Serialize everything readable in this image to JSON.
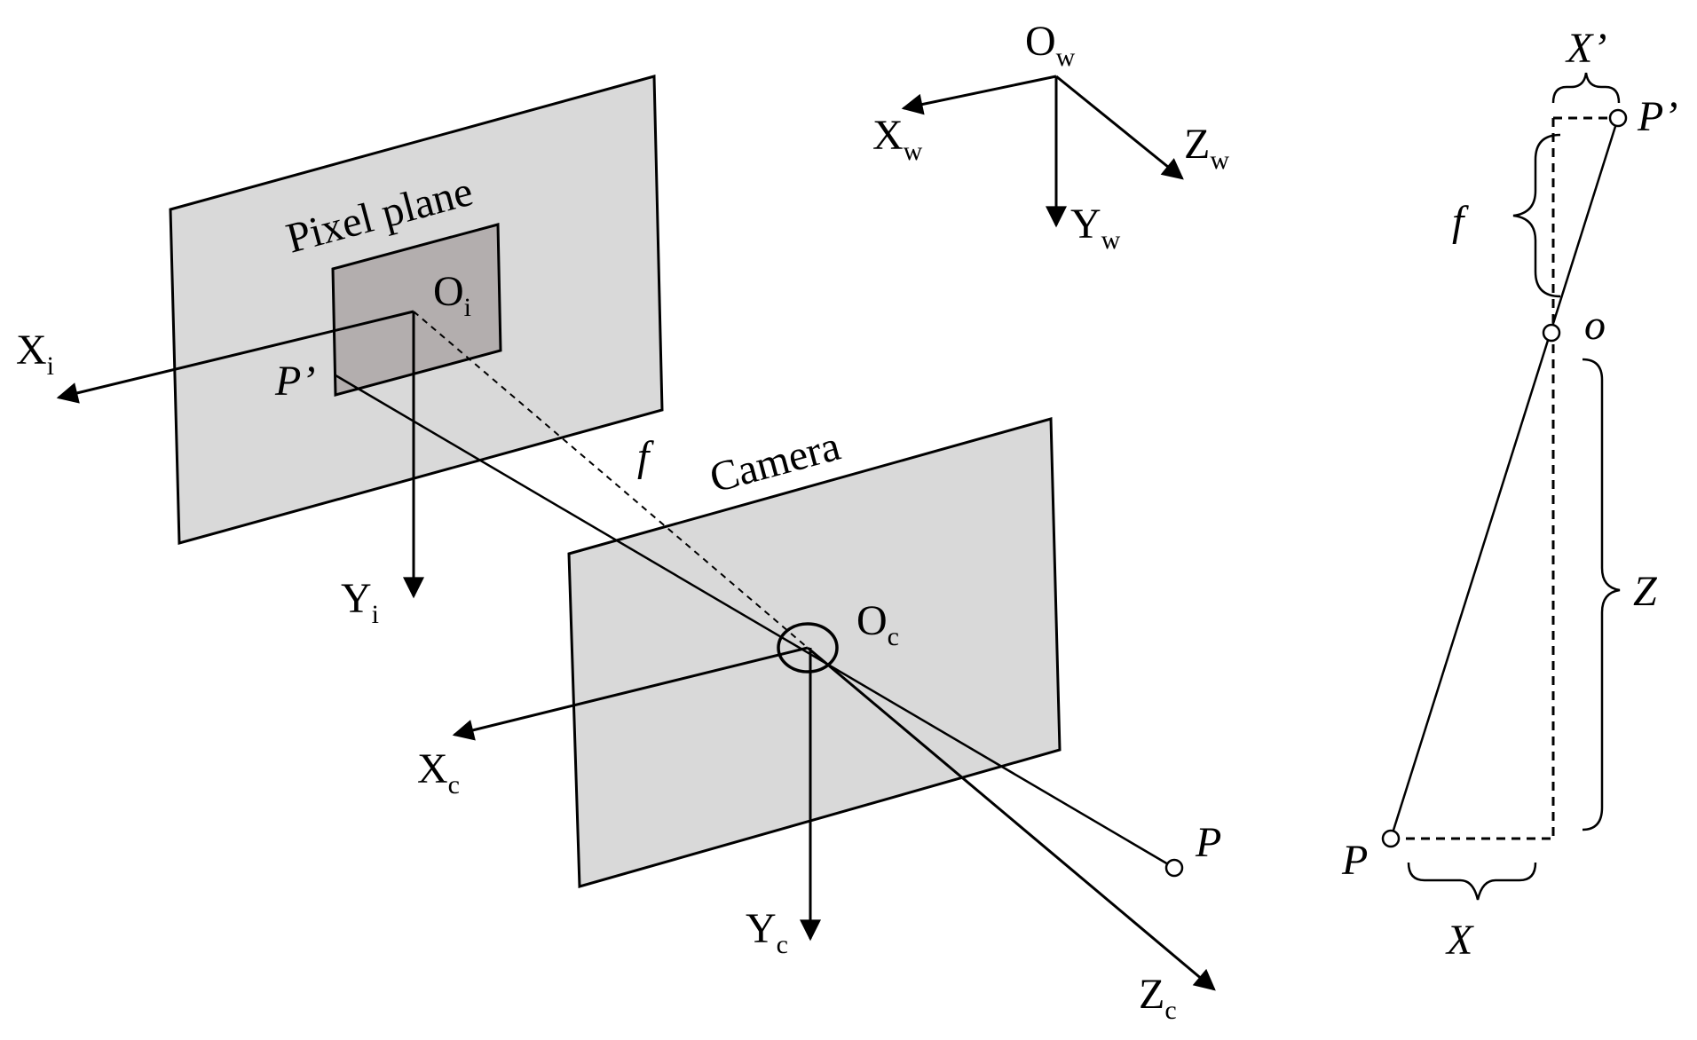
{
  "labels": {
    "pixel_plane": "Pixel plane",
    "camera": "Camera",
    "xi": "X",
    "xi_sub": "i",
    "yi": "Y",
    "yi_sub": "i",
    "oi": "O",
    "oi_sub": "i",
    "p_prime": "P’",
    "f": "f",
    "oc": "O",
    "oc_sub": "c",
    "xc": "X",
    "xc_sub": "c",
    "yc": "Y",
    "yc_sub": "c",
    "zc": "Z",
    "zc_sub": "c",
    "p": "P",
    "ow": "O",
    "ow_sub": "w",
    "xw": "X",
    "xw_sub": "w",
    "yw": "Y",
    "yw_sub": "w",
    "zw": "Z",
    "zw_sub": "w",
    "side_x_prime": "X’",
    "side_p_prime": "P’",
    "side_f": "f",
    "side_o": "o",
    "side_z": "Z",
    "side_p": "P",
    "side_x": "X"
  }
}
